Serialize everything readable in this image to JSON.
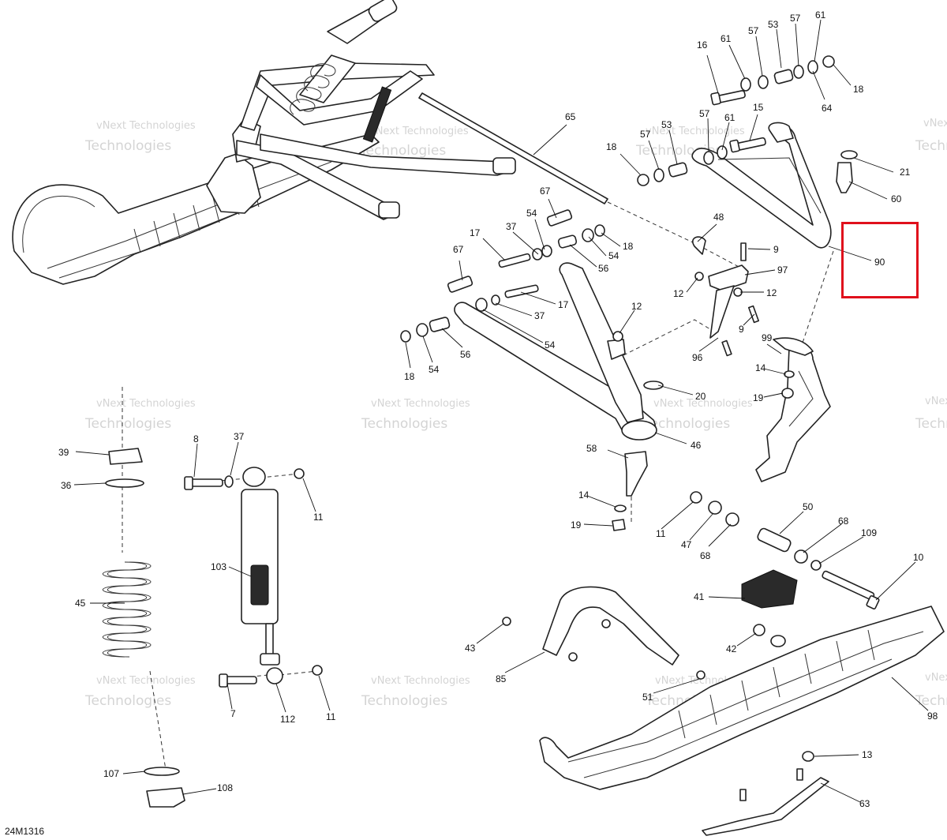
{
  "diagram": {
    "reference_code": "24M1316",
    "watermark": {
      "line1": "vNext",
      "line2": "Technologies",
      "combined": "vNext Technologies"
    },
    "highlight": {
      "part_number": "90",
      "color": "#e0101c"
    },
    "callouts": [
      {
        "id": "c16",
        "text": "16"
      },
      {
        "id": "c61a",
        "text": "61"
      },
      {
        "id": "c57a",
        "text": "57"
      },
      {
        "id": "c53",
        "text": "53"
      },
      {
        "id": "c57b",
        "text": "57"
      },
      {
        "id": "c61b",
        "text": "61"
      },
      {
        "id": "c18a",
        "text": "18"
      },
      {
        "id": "c64",
        "text": "64"
      },
      {
        "id": "c15",
        "text": "15"
      },
      {
        "id": "c57c",
        "text": "57"
      },
      {
        "id": "c61c",
        "text": "61"
      },
      {
        "id": "c53b",
        "text": "53"
      },
      {
        "id": "c57d",
        "text": "57"
      },
      {
        "id": "c65",
        "text": "65"
      },
      {
        "id": "c18b",
        "text": "18"
      },
      {
        "id": "c21",
        "text": "21"
      },
      {
        "id": "c60",
        "text": "60"
      },
      {
        "id": "c67a",
        "text": "67"
      },
      {
        "id": "c48",
        "text": "48"
      },
      {
        "id": "c17a",
        "text": "17"
      },
      {
        "id": "c37a",
        "text": "37"
      },
      {
        "id": "c54a",
        "text": "54"
      },
      {
        "id": "c18c",
        "text": "18"
      },
      {
        "id": "c54b",
        "text": "54"
      },
      {
        "id": "c56a",
        "text": "56"
      },
      {
        "id": "c9a",
        "text": "9"
      },
      {
        "id": "c90",
        "text": "90"
      },
      {
        "id": "c67b",
        "text": "67"
      },
      {
        "id": "c97",
        "text": "97"
      },
      {
        "id": "c12a",
        "text": "12"
      },
      {
        "id": "c12b",
        "text": "12"
      },
      {
        "id": "c17b",
        "text": "17"
      },
      {
        "id": "c12c",
        "text": "12"
      },
      {
        "id": "c37b",
        "text": "37"
      },
      {
        "id": "c9b",
        "text": "9"
      },
      {
        "id": "c54c",
        "text": "54"
      },
      {
        "id": "c96",
        "text": "96"
      },
      {
        "id": "c99",
        "text": "99"
      },
      {
        "id": "c18d",
        "text": "18"
      },
      {
        "id": "c54d",
        "text": "54"
      },
      {
        "id": "c56b",
        "text": "56"
      },
      {
        "id": "c14a",
        "text": "14"
      },
      {
        "id": "c19a",
        "text": "19"
      },
      {
        "id": "c20",
        "text": "20"
      },
      {
        "id": "c46",
        "text": "46"
      },
      {
        "id": "c39",
        "text": "39"
      },
      {
        "id": "c8",
        "text": "8"
      },
      {
        "id": "c37c",
        "text": "37"
      },
      {
        "id": "c36",
        "text": "36"
      },
      {
        "id": "c58",
        "text": "58"
      },
      {
        "id": "c11a",
        "text": "11"
      },
      {
        "id": "c14b",
        "text": "14"
      },
      {
        "id": "c50",
        "text": "50"
      },
      {
        "id": "c19b",
        "text": "19"
      },
      {
        "id": "c11b",
        "text": "11"
      },
      {
        "id": "c68a",
        "text": "68"
      },
      {
        "id": "c47",
        "text": "47"
      },
      {
        "id": "c109",
        "text": "109"
      },
      {
        "id": "c68b",
        "text": "68"
      },
      {
        "id": "c103",
        "text": "103"
      },
      {
        "id": "c10",
        "text": "10"
      },
      {
        "id": "c41",
        "text": "41"
      },
      {
        "id": "c45",
        "text": "45"
      },
      {
        "id": "c43",
        "text": "43"
      },
      {
        "id": "c42",
        "text": "42"
      },
      {
        "id": "c85",
        "text": "85"
      },
      {
        "id": "c7",
        "text": "7"
      },
      {
        "id": "c112",
        "text": "112"
      },
      {
        "id": "c11c",
        "text": "11"
      },
      {
        "id": "c51",
        "text": "51"
      },
      {
        "id": "c98",
        "text": "98"
      },
      {
        "id": "c13",
        "text": "13"
      },
      {
        "id": "c107",
        "text": "107"
      },
      {
        "id": "c108",
        "text": "108"
      },
      {
        "id": "c63",
        "text": "63"
      }
    ]
  }
}
